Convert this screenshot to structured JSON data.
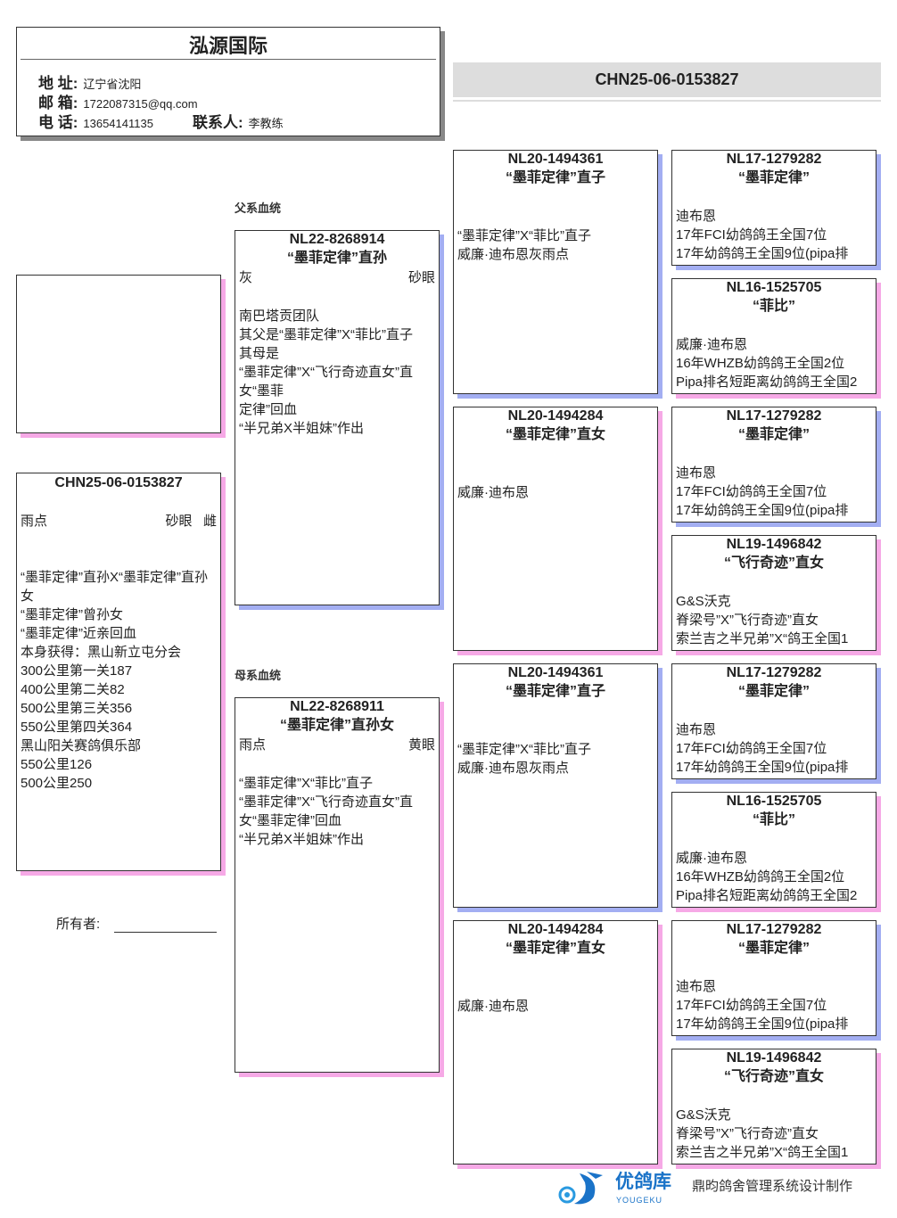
{
  "header": {
    "title": "泓源国际",
    "address_label": "地 址:",
    "address": "辽宁省沈阳",
    "email_label": "邮 箱:",
    "email": "1722087315@qq.com",
    "phone_label": "电 话:",
    "phone": "13654141135",
    "contact_label": "联系人:",
    "contact": "李教练"
  },
  "ring_banner": "CHN25-06-0153827",
  "sire_label": "父系血统",
  "dam_label": "母系血统",
  "owner_label": "所有者:",
  "subject": {
    "ring": "CHN25-06-0153827",
    "color": "雨点",
    "eye": "砂眼",
    "sex": "雌",
    "notes": "“墨菲定律”直孙X“墨菲定律”直孙女\n“墨菲定律”曾孙女\n“墨菲定律”近亲回血\n本身获得：黑山新立屯分会\n300公里第一关187\n400公里第二关82\n500公里第三关356\n550公里第四关364\n黑山阳关赛鸽俱乐部\n550公里126\n500公里250"
  },
  "sire": {
    "ring": "NL22-8268914",
    "name": "“墨菲定律”直孙",
    "color": "灰",
    "eye": "砂眼",
    "notes": "南巴塔贡团队\n其父是“墨菲定律”X“菲比”直子\n其母是\n“墨菲定律”X“飞行奇迹直女”直女“墨菲\n定律”回血\n“半兄弟X半姐妹”作出"
  },
  "dam": {
    "ring": "NL22-8268911",
    "name": "“墨菲定律”直孙女",
    "color": "雨点",
    "eye": "黄眼",
    "notes": "“墨菲定律”X“菲比”直子\n“墨菲定律”X“飞行奇迹直女”直女“墨菲定律”回血\n“半兄弟X半姐妹”作出"
  },
  "grandparents": [
    {
      "ring": "NL20-1494361",
      "name": "“墨菲定律”直子",
      "notes": "“墨菲定律”X“菲比”直子\n威廉·迪布恩灰雨点",
      "sex": "m"
    },
    {
      "ring": "NL20-1494284",
      "name": "“墨菲定律”直女",
      "notes": "威廉·迪布恩",
      "sex": "f"
    },
    {
      "ring": "NL20-1494361",
      "name": "“墨菲定律”直子",
      "notes": "“墨菲定律”X“菲比”直子\n威廉·迪布恩灰雨点",
      "sex": "m"
    },
    {
      "ring": "NL20-1494284",
      "name": "“墨菲定律”直女",
      "notes": "威廉·迪布恩",
      "sex": "f"
    }
  ],
  "great_grandparents": [
    {
      "ring": "NL17-1279282",
      "name": "“墨菲定律”",
      "lines": [
        "迪布恩",
        "17年FCI幼鸽鸽王全国7位",
        "17年幼鸽鸽王全国9位(pipa排"
      ],
      "sex": "m"
    },
    {
      "ring": "NL16-1525705",
      "name": "“菲比”",
      "lines": [
        "威廉·迪布恩",
        "16年WHZB幼鸽鸽王全国2位",
        "Pipa排名短距离幼鸽鸽王全国2"
      ],
      "sex": "f"
    },
    {
      "ring": "NL17-1279282",
      "name": "“墨菲定律”",
      "lines": [
        "迪布恩",
        "17年FCI幼鸽鸽王全国7位",
        "17年幼鸽鸽王全国9位(pipa排"
      ],
      "sex": "m"
    },
    {
      "ring": "NL19-1496842",
      "name": "“飞行奇迹”直女",
      "lines": [
        "G&S沃克",
        "脊梁号”X”飞行奇迹”直女",
        "索兰吉之半兄弟”X“鸽王全国1"
      ],
      "sex": "f"
    },
    {
      "ring": "NL17-1279282",
      "name": "“墨菲定律”",
      "lines": [
        "迪布恩",
        "17年FCI幼鸽鸽王全国7位",
        "17年幼鸽鸽王全国9位(pipa排"
      ],
      "sex": "m"
    },
    {
      "ring": "NL16-1525705",
      "name": "“菲比”",
      "lines": [
        "威廉·迪布恩",
        "16年WHZB幼鸽鸽王全国2位",
        "Pipa排名短距离幼鸽鸽王全国2"
      ],
      "sex": "f"
    },
    {
      "ring": "NL17-1279282",
      "name": "“墨菲定律”",
      "lines": [
        "迪布恩",
        "17年FCI幼鸽鸽王全国7位",
        "17年幼鸽鸽王全国9位(pipa排"
      ],
      "sex": "m"
    },
    {
      "ring": "NL19-1496842",
      "name": "“飞行奇迹”直女",
      "lines": [
        "G&S沃克",
        "脊梁号”X”飞行奇迹”直女",
        "索兰吉之半兄弟”X“鸽王全国1"
      ],
      "sex": "f"
    }
  ],
  "footer": {
    "logo_text": "优鸽库",
    "logo_sub": "YOUGEKU",
    "credit": "鼎昀鸽舍管理系统设计制作"
  },
  "colors": {
    "male_shadow": "#a3aef2",
    "female_shadow": "#f6a9e6",
    "banner_bg": "#dddddd",
    "logo_blue": "#1a73c8"
  }
}
